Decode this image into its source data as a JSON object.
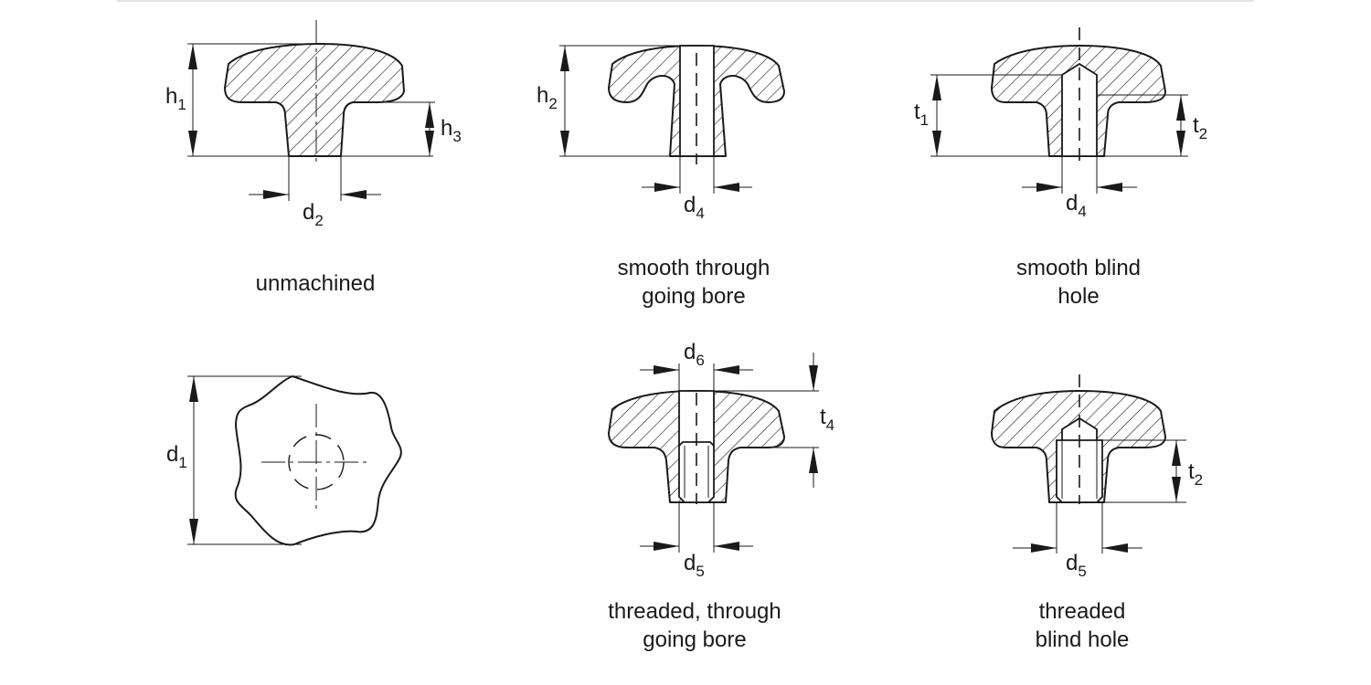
{
  "views": {
    "unmachined": {
      "caption": [
        "unmachined"
      ],
      "dims": {
        "h1": {
          "b": "h",
          "s": "1"
        },
        "h3": {
          "b": "h",
          "s": "3"
        },
        "d2": {
          "b": "d",
          "s": "2"
        }
      }
    },
    "smooth_through": {
      "caption": [
        "smooth through",
        "going bore"
      ],
      "dims": {
        "h2": {
          "b": "h",
          "s": "2"
        },
        "d4": {
          "b": "d",
          "s": "4"
        }
      }
    },
    "smooth_blind": {
      "caption": [
        "smooth blind",
        "hole"
      ],
      "dims": {
        "t1": {
          "b": "t",
          "s": "1"
        },
        "t2": {
          "b": "t",
          "s": "2"
        },
        "d4": {
          "b": "d",
          "s": "4"
        }
      }
    },
    "top_view": {
      "dims": {
        "d1": {
          "b": "d",
          "s": "1"
        }
      }
    },
    "threaded_through": {
      "caption": [
        "threaded, through",
        "going bore"
      ],
      "dims": {
        "d6": {
          "b": "d",
          "s": "6"
        },
        "t4": {
          "b": "t",
          "s": "4"
        },
        "d5": {
          "b": "d",
          "s": "5"
        }
      }
    },
    "threaded_blind": {
      "caption": [
        "threaded",
        "blind hole"
      ],
      "dims": {
        "t2": {
          "b": "t",
          "s": "2"
        },
        "d5": {
          "b": "d",
          "s": "5"
        }
      }
    }
  },
  "colors": {
    "line": "#1a1a1a",
    "background": "#ffffff"
  }
}
